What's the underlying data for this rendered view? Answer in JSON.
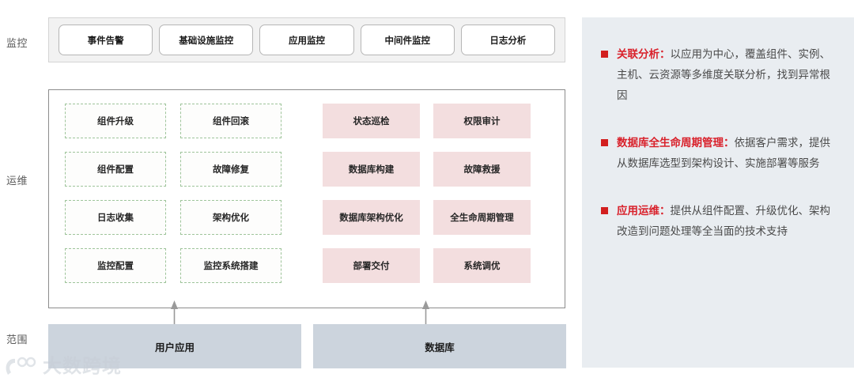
{
  "diagram": {
    "row_labels": {
      "monitor": "监控",
      "ops": "运维",
      "scope": "范围"
    },
    "monitoring": {
      "chips": [
        {
          "label": "事件告警"
        },
        {
          "label": "基础设施监控"
        },
        {
          "label": "应用监控"
        },
        {
          "label": "中间件监控"
        },
        {
          "label": "日志分析"
        }
      ]
    },
    "ops": {
      "green_color": "#9ec49a",
      "pink_color": "#f3dedf",
      "rows": [
        {
          "g1": "组件升级",
          "g2": "组件回滚",
          "p1": "状态巡检",
          "p2": "权限审计"
        },
        {
          "g1": "组件配置",
          "g2": "故障修复",
          "p1": "数据库构建",
          "p2": "故障救援"
        },
        {
          "g1": "日志收集",
          "g2": "架构优化",
          "p1": "数据库架构优化",
          "p2": "全生命周期管理"
        },
        {
          "g1": "监控配置",
          "g2": "监控系统搭建",
          "p1": "部署交付",
          "p2": "系统调优"
        }
      ]
    },
    "scope": {
      "boxes": [
        {
          "label": "用户应用"
        },
        {
          "label": "数据库"
        }
      ],
      "color": "#ccd4dd"
    },
    "watermark": {
      "text": "大数跨境"
    }
  },
  "side_panel": {
    "background": "#e9edf1",
    "marker_color": "#d21f1f",
    "term_color": "#d9212b",
    "bullets": [
      {
        "term": "关联分析：",
        "text": "以应用为中心，覆盖组件、实例、主机、云资源等多维度关联分析，找到异常根因"
      },
      {
        "term": "数据库全生命周期管理：",
        "text": "依据客户需求，提供从数据库选型到架构设计、实施部署等服务"
      },
      {
        "term": "应用运维：",
        "text": "提供从组件配置、升级优化、架构改造到问题处理等全当面的技术支持"
      }
    ]
  }
}
